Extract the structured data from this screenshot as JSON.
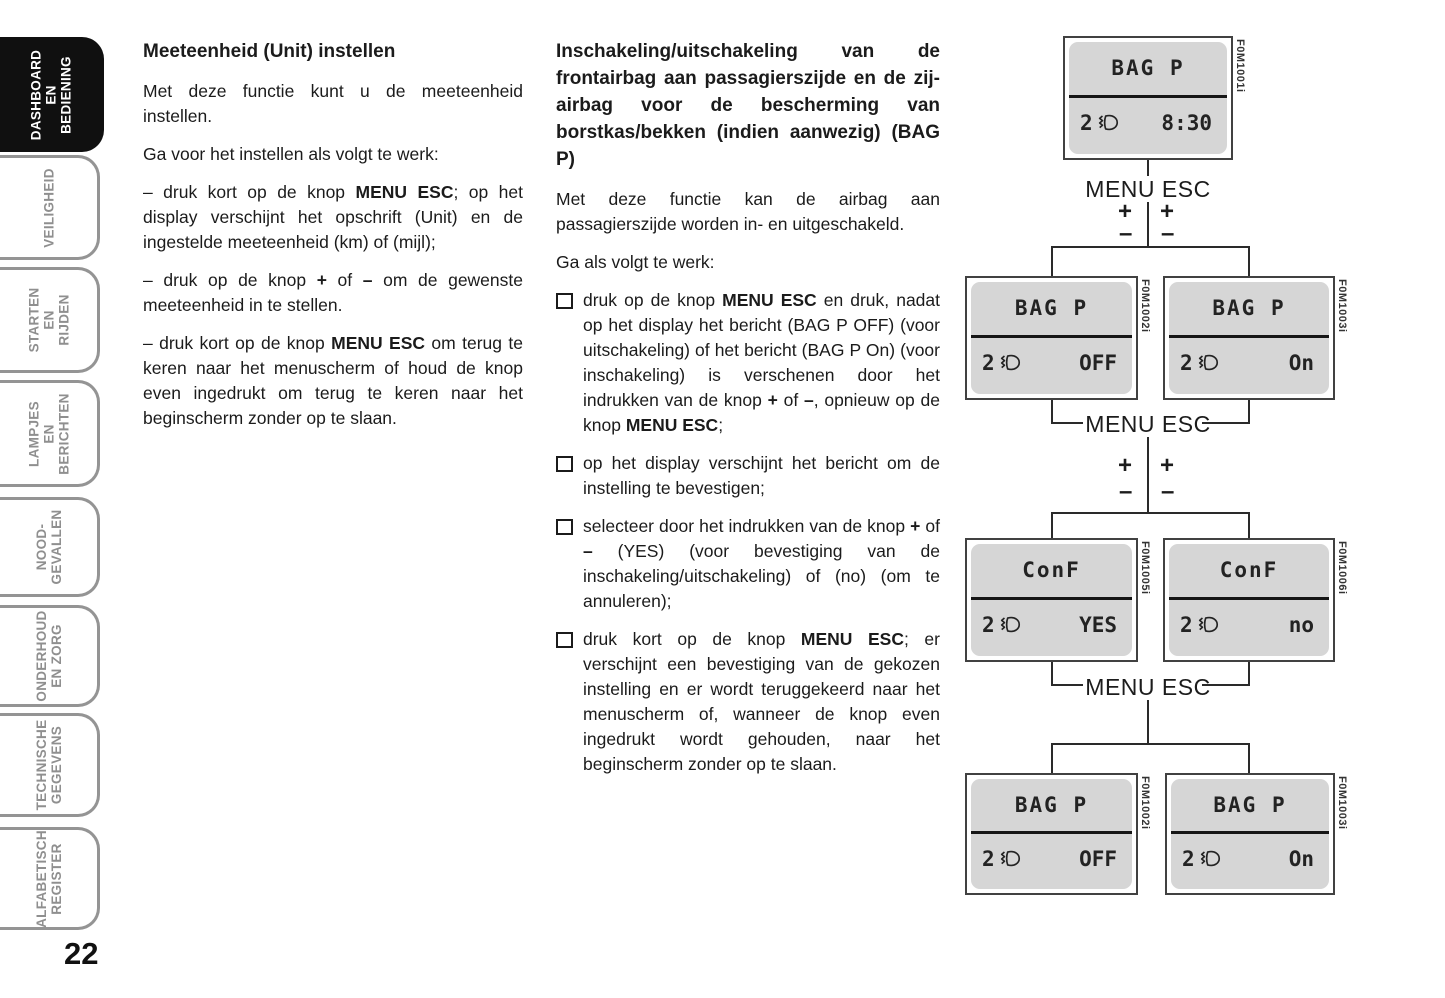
{
  "page": {
    "number": "22"
  },
  "colors": {
    "active_tab_bg": "#101010",
    "tab_border": "#949494",
    "tab_text": "#8f8f8f",
    "lcd_bg": "#d6d6d6",
    "text": "#1b1b1b"
  },
  "sidebar": {
    "tabs": [
      {
        "label": "DASHBOARD\nEN BEDIENING",
        "active": true
      },
      {
        "label": "VEILIGHEID",
        "active": false
      },
      {
        "label": "STARTEN\nEN RIJDEN",
        "active": false
      },
      {
        "label": "LAMPJES EN\nBERICHTEN",
        "active": false
      },
      {
        "label": "NOOD-\nGEVALLEN",
        "active": false
      },
      {
        "label": "ONDERHOUD\nEN ZORG",
        "active": false
      },
      {
        "label": "TECHNISCHE\nGEGEVENS",
        "active": false
      },
      {
        "label": "ALFABETISCH\nREGISTER",
        "active": false
      }
    ]
  },
  "col1": {
    "heading": "Meeteenheid (Unit) instellen",
    "p1": [
      {
        "t": "Met deze functie kunt u de meeteenheid instellen."
      }
    ],
    "p2": [
      {
        "t": "Ga voor het instellen als volgt te werk:"
      }
    ],
    "p3": [
      {
        "t": "– druk kort op de knop "
      },
      {
        "t": "MENU ESC",
        "b": true
      },
      {
        "t": "; op het display verschijnt het opschrift (Unit) en de ingestelde meeteenheid (km) of (mijl);"
      }
    ],
    "p4": [
      {
        "t": "– druk op de knop "
      },
      {
        "t": "+",
        "b": true
      },
      {
        "t": " of "
      },
      {
        "t": "–",
        "b": true
      },
      {
        "t": " om de gewenste meeteenheid in te stellen."
      }
    ],
    "p5": [
      {
        "t": "– druk kort op de knop "
      },
      {
        "t": "MENU ESC",
        "b": true
      },
      {
        "t": " om terug te keren naar het menuscherm of houd de knop even ingedrukt om terug te keren naar het beginscherm zonder op te slaan."
      }
    ]
  },
  "col2": {
    "heading": "Inschakeling/uitschakeling van de frontairbag aan passagierszijde en de zij-airbag voor de bescherming van borstkas/bekken (indien aanwezig) (BAG P)",
    "p1": [
      {
        "t": "Met deze functie kan de airbag aan passagierszijde worden in- en uitgeschakeld."
      }
    ],
    "p2": [
      {
        "t": "Ga als volgt te werk:"
      }
    ],
    "bullets": [
      [
        {
          "t": "druk op de knop "
        },
        {
          "t": "MENU ESC",
          "b": true
        },
        {
          "t": " en druk, nadat op het display het bericht (BAG P OFF) (voor uitschakeling) of het bericht (BAG P On) (voor inschakeling) is verschenen door het indrukken van de knop "
        },
        {
          "t": "+",
          "b": true
        },
        {
          "t": " of "
        },
        {
          "t": "–",
          "b": true
        },
        {
          "t": ", opnieuw op de knop "
        },
        {
          "t": "MENU ESC",
          "b": true
        },
        {
          "t": ";"
        }
      ],
      [
        {
          "t": "op het display verschijnt het bericht om de instelling te bevestigen;"
        }
      ],
      [
        {
          "t": "selecteer door het indrukken van de knop "
        },
        {
          "t": "+",
          "b": true
        },
        {
          "t": " of "
        },
        {
          "t": "–",
          "b": true
        },
        {
          "t": " (YES) (voor bevestiging van de inschakeling/uitschakeling) of (no) (om te annuleren);"
        }
      ],
      [
        {
          "t": "druk kort op de knop "
        },
        {
          "t": "MENU ESC",
          "b": true
        },
        {
          "t": "; er verschijnt een bevestiging van de gekozen instelling en er wordt teruggekeerd naar het menuscherm of, wanneer de knop even ingedrukt wordt gehouden, naar het beginscherm zonder op te slaan."
        }
      ]
    ]
  },
  "diagram": {
    "menu_label": "MENU ESC",
    "plus": "+",
    "minus": "–",
    "displays": [
      {
        "code": "F0M1001i",
        "title": "BAG P",
        "counter": "2",
        "value": "8:30"
      },
      {
        "code": "F0M1002i",
        "title": "BAG P",
        "counter": "2",
        "value": "OFF"
      },
      {
        "code": "F0M1003i",
        "title": "BAG P",
        "counter": "2",
        "value": "On"
      },
      {
        "code": "F0M1005i",
        "title": "ConF",
        "counter": "2",
        "value": "YES"
      },
      {
        "code": "F0M1006i",
        "title": "ConF",
        "counter": "2",
        "value": "no"
      },
      {
        "code": "F0M1002i",
        "title": "BAG P",
        "counter": "2",
        "value": "OFF"
      },
      {
        "code": "F0M1003i",
        "title": "BAG P",
        "counter": "2",
        "value": "On"
      }
    ]
  }
}
